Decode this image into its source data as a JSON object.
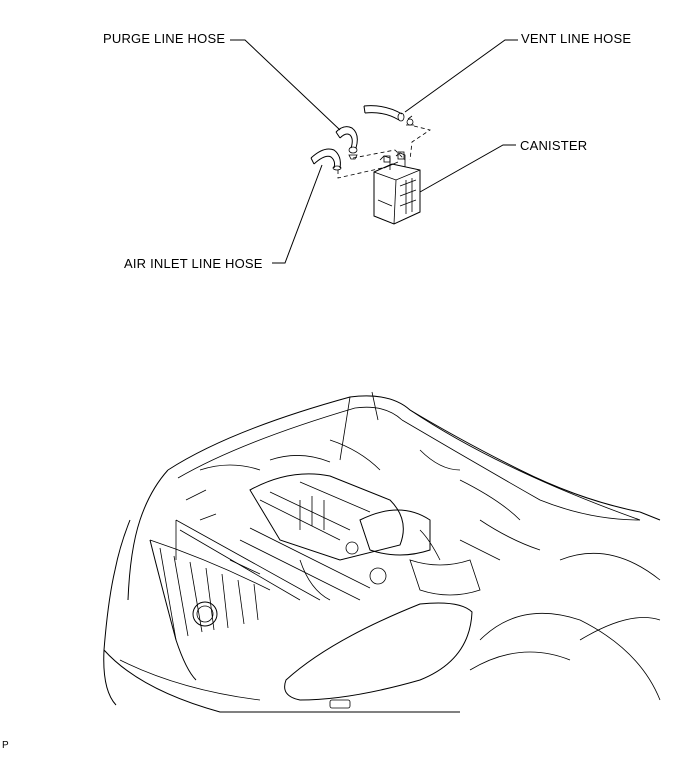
{
  "labels": {
    "purge_line_hose": "PURGE LINE HOSE",
    "vent_line_hose": "VENT LINE HOSE",
    "canister": "CANISTER",
    "air_inlet_line_hose": "AIR INLET LINE HOSE"
  },
  "figure_code": "P"
}
